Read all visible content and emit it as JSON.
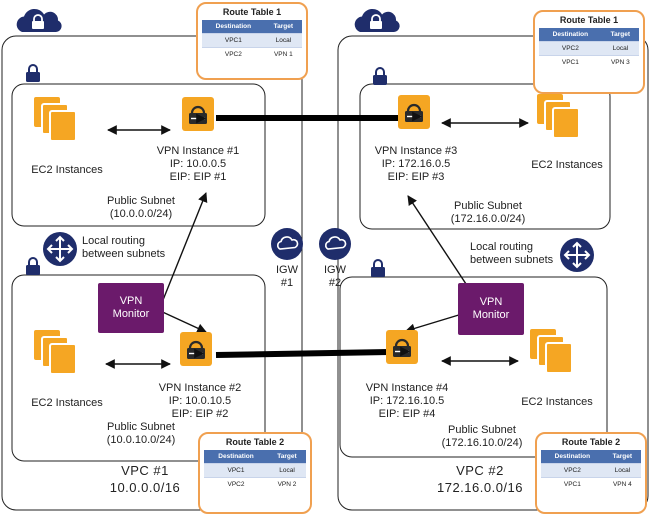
{
  "vpc1": {
    "name": "VPC #1",
    "cidr": "10.0.0.0/16"
  },
  "vpc2": {
    "name": "VPC #2",
    "cidr": "172.16.0.0/16"
  },
  "subnets": {
    "s1": {
      "label": "Public Subnet",
      "cidr": "(10.0.0.0/24)"
    },
    "s2": {
      "label": "Public Subnet",
      "cidr": "(10.0.10.0/24)"
    },
    "s3": {
      "label": "Public Subnet",
      "cidr": "(172.16.0.0/24)"
    },
    "s4": {
      "label": "Public Subnet",
      "cidr": "(172.16.10.0/24)"
    }
  },
  "instances": {
    "i1": {
      "name": "VPN Instance #1",
      "ip": "IP: 10.0.0.5",
      "eip": "EIP: EIP #1"
    },
    "i2": {
      "name": "VPN Instance #2",
      "ip": "IP: 10.0.10.5",
      "eip": "EIP: EIP #2"
    },
    "i3": {
      "name": "VPN Instance #3",
      "ip": "IP: 172.16.0.5",
      "eip": "EIP: EIP #3"
    },
    "i4": {
      "name": "VPN Instance #4",
      "ip": "IP: 172.16.10.5",
      "eip": "EIP: EIP #4"
    }
  },
  "ec2_label": "EC2 Instances",
  "monitor_label": {
    "line1": "VPN",
    "line2": "Monitor"
  },
  "routing_label": {
    "line1": "Local routing",
    "line2": "between subnets"
  },
  "igw": [
    {
      "line1": "IGW",
      "line2": "#1"
    },
    {
      "line1": "IGW",
      "line2": "#2"
    }
  ],
  "route_tables": {
    "rt_tl": {
      "title": "Route Table 1",
      "headers": [
        "Destination",
        "Target"
      ],
      "rows": [
        [
          "VPC1",
          "Local"
        ],
        [
          "VPC2",
          "VPN 1"
        ]
      ]
    },
    "rt_tr": {
      "title": "Route Table 1",
      "headers": [
        "Destination",
        "Target"
      ],
      "rows": [
        [
          "VPC2",
          "Local"
        ],
        [
          "VPC1",
          "VPN 3"
        ]
      ]
    },
    "rt_bl": {
      "title": "Route Table 2",
      "headers": [
        "Destination",
        "Target"
      ],
      "rows": [
        [
          "VPC1",
          "Local"
        ],
        [
          "VPC2",
          "VPN 2"
        ]
      ]
    },
    "rt_br": {
      "title": "Route Table 2",
      "headers": [
        "Destination",
        "Target"
      ],
      "rows": [
        [
          "VPC2",
          "Local"
        ],
        [
          "VPC1",
          "VPN 4"
        ]
      ]
    }
  },
  "colors": {
    "orange": "#f5a623",
    "purple": "#6b1a6b",
    "navy": "#1f2d6b",
    "table_header": "#4a6fae",
    "border": "#f0a050"
  }
}
